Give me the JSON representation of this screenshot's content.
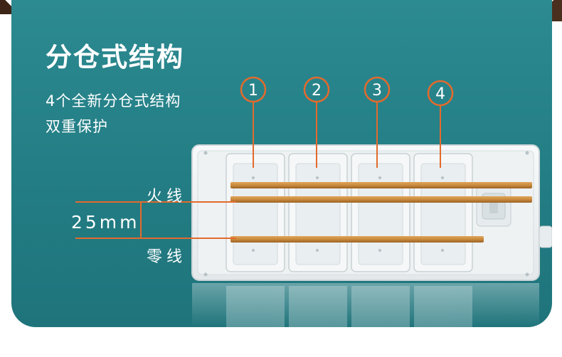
{
  "headline": "分仓式结构",
  "subline_1": "4个全新分仓式结构",
  "subline_2": "双重保护",
  "live_wire_label": "火线",
  "neutral_wire_label": "零线",
  "spacing_label": "25mm",
  "badges": [
    "1",
    "2",
    "3",
    "4"
  ],
  "colors": {
    "panel": "#237d84",
    "accent": "#e46a2c",
    "copper": "#c98a3c"
  }
}
